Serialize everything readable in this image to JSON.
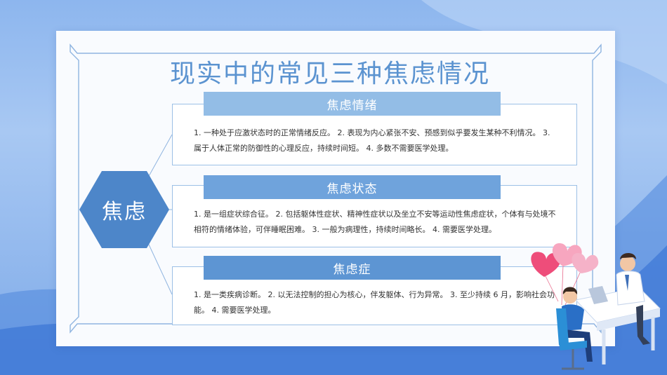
{
  "slide": {
    "title": "现实中的常见三种焦虑情况",
    "center_label": "焦虑",
    "sections": [
      {
        "label": "焦虑情绪",
        "text": "1. 一种处于应激状态时的正常情绪反应。  2. 表现为内心紧张不安、预感到似乎要发生某种不利情况。  3. 属于人体正常的防御性的心理反应，持续时间短。  4. 多数不需要医学处理。"
      },
      {
        "label": "焦虑状态",
        "text": "1. 是一组症状综合征。  2. 包括躯体性症状、精神性症状以及坐立不安等运动性焦虑症状，个体有与处境不相符的情绪体验，可伴睡眠困难。  3. 一般为病理性，持续时间略长。  4. 需要医学处理。"
      },
      {
        "label": "焦虑症",
        "text": "1. 是一类疾病诊断。  2. 以无法控制的担心为核心，伴发躯体、行为异常。  3. 至少持续 6 月，影响社会功能。  4. 需要医学处理。"
      }
    ]
  },
  "colors": {
    "accent": "#4d86c9",
    "title": "#5b93d0",
    "border": "#9cc0e6"
  }
}
